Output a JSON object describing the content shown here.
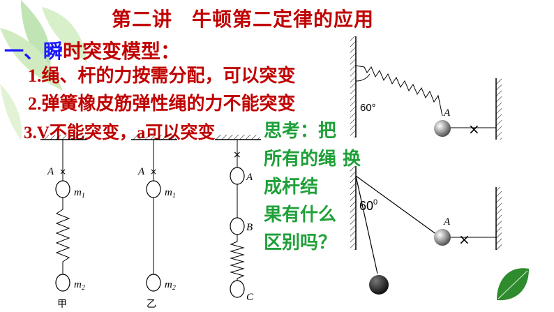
{
  "slide": {
    "title_part1": "第二讲",
    "title_part2": "牛顿第二定律的应用",
    "heading_num": "一",
    "heading_sep": "、",
    "heading_rest_hl": "瞬",
    "heading_rest": "时突变模型：",
    "points": [
      {
        "num": "1.",
        "text": "绳、杆的力按需分配，可以突变"
      },
      {
        "num": "2.",
        "text": "弹簧橡皮筋弹性绳的力不能突变"
      },
      {
        "num": "3.V",
        "text": "不能突变，",
        "num2": "a",
        "text2": "可以突变"
      }
    ],
    "think_lines": [
      "思考：把",
      "所有的绳 换",
      "成杆结",
      "果有什么",
      "区别吗？"
    ]
  },
  "figures": {
    "fig_jia": {
      "top_label": "A",
      "m1": "m",
      "m1_sub": "1",
      "m2": "m",
      "m2_sub": "2",
      "caption": "甲"
    },
    "fig_yi": {
      "top_label": "A",
      "m1": "m",
      "m1_sub": "1",
      "m2": "m",
      "m2_sub": "2",
      "caption": "乙"
    },
    "fig_abc": {
      "a": "A",
      "b": "B",
      "c": "C"
    },
    "fig_right_top": {
      "angle": "60°",
      "ball": "A"
    },
    "fig_right_bottom": {
      "angle": "60",
      "angle_sup": "0",
      "ball": "A"
    }
  },
  "colors": {
    "title": "#c00000",
    "accent": "#1a1aff",
    "think": "#1fa039"
  }
}
